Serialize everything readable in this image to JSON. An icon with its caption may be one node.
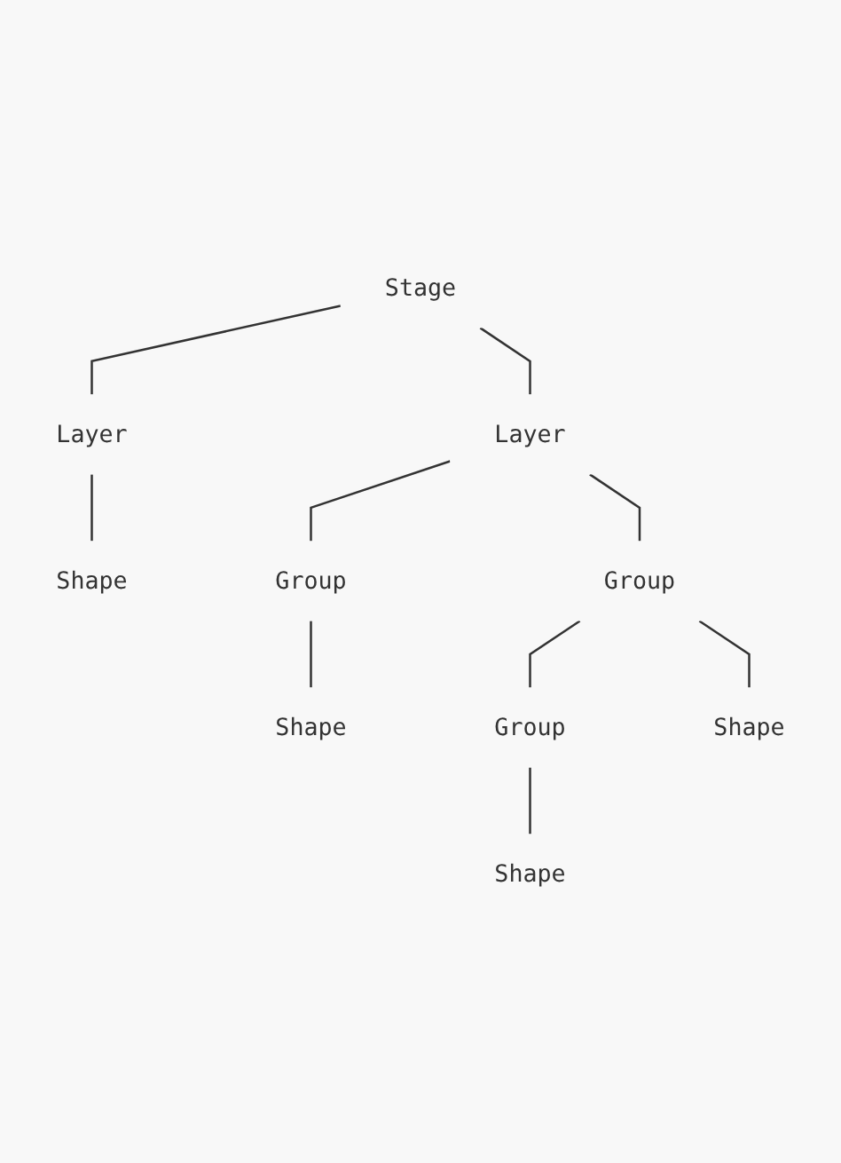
{
  "diagram": {
    "nodes": [
      {
        "text": [
          "Stage"
        ]
      },
      {
        "text": [
          "Layer"
        ]
      },
      {
        "text": [
          "Layer"
        ]
      },
      {
        "text": [
          "Shape"
        ]
      },
      {
        "text": [
          "Group"
        ]
      },
      {
        "text": [
          "Group"
        ]
      },
      {
        "text": [
          "Shape"
        ]
      },
      {
        "text": [
          "Group"
        ]
      },
      {
        "text": [
          "Shape"
        ]
      },
      {
        "text": [
          "Shape"
        ]
      }
    ],
    "edges": [
      {
        "from": 0,
        "to": 1,
        "arrow": "none"
      },
      {
        "from": 0,
        "to": 2,
        "arrow": "none"
      },
      {
        "from": 2,
        "to": 3,
        "arrow": "none"
      },
      {
        "from": 1,
        "to": 4,
        "arrow": "none"
      },
      {
        "from": 1,
        "to": 5,
        "arrow": "none"
      },
      {
        "from": 4,
        "to": 6,
        "arrow": "none"
      },
      {
        "from": 5,
        "to": 7,
        "arrow": "none"
      },
      {
        "from": 5,
        "to": 8,
        "arrow": "none"
      },
      {
        "from": 7,
        "to": 9,
        "arrow": "none"
      }
    ]
  }
}
